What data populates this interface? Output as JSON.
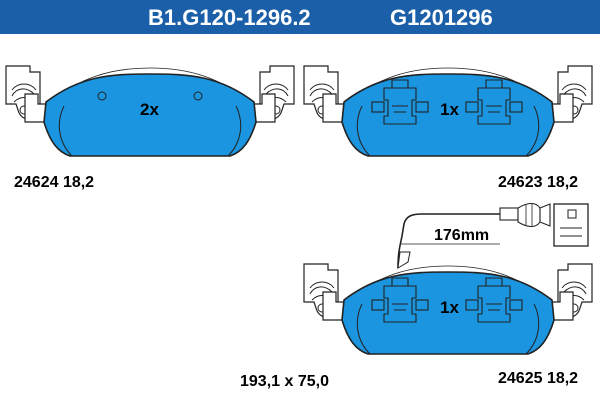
{
  "header": {
    "code_primary": "B1.G120-1296.2",
    "code_secondary": "G1201296"
  },
  "pads": [
    {
      "quantity": "2x",
      "part_number": "24624 18,2"
    },
    {
      "quantity": "1x",
      "part_number": "24623 18,2"
    },
    {
      "quantity": "1x",
      "part_number": "24625 18,2"
    }
  ],
  "sensor": {
    "length": "176mm"
  },
  "dimensions": "193,1 x 75,0",
  "colors": {
    "header_bg": "#1a5fa8",
    "pad_fill": "#1b95e0",
    "outline": "#222222"
  }
}
